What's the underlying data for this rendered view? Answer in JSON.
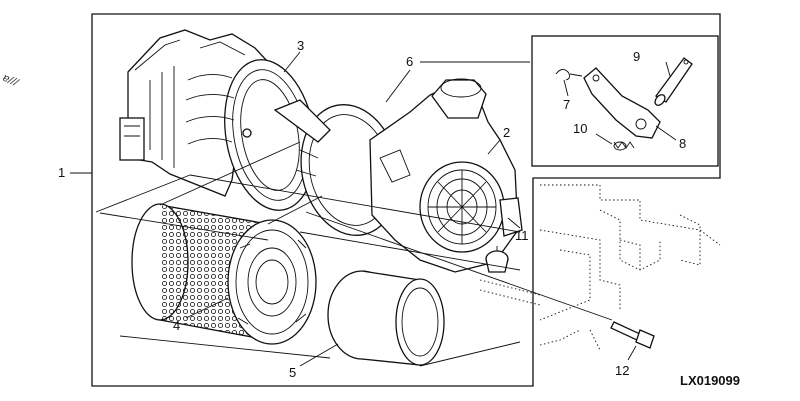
{
  "figure": {
    "margin_note": "ɐ///",
    "reference_code": "LX019099",
    "callouts": [
      "1",
      "2",
      "3",
      "4",
      "5",
      "6",
      "7",
      "8",
      "9",
      "10",
      "11",
      "12"
    ]
  },
  "colors": {
    "ink": "#111111",
    "paper": "#ffffff"
  }
}
